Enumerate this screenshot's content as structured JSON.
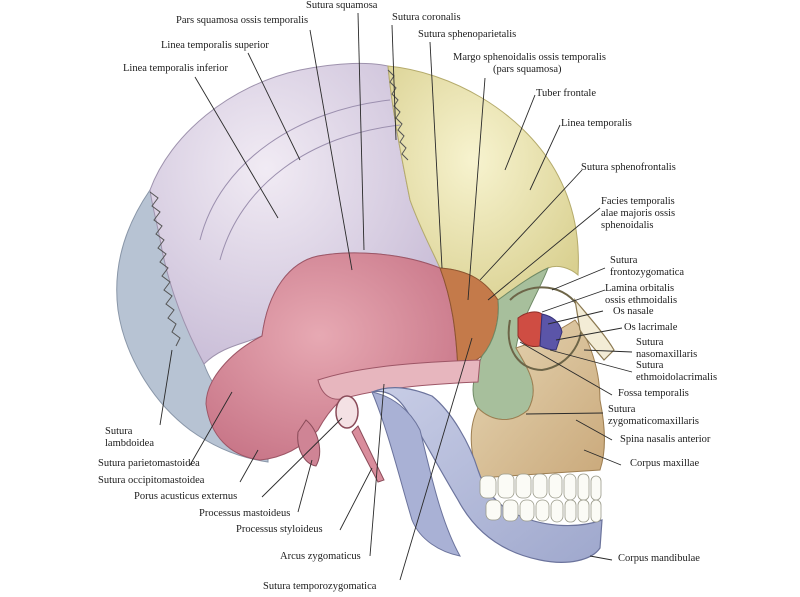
{
  "labels": {
    "sutura_squamosa": "Sutura squamosa",
    "pars_squamosa": "Pars squamosa ossis  temporalis",
    "sutura_coronalis": "Sutura coronalis",
    "sutura_sphenoparietalis": "Sutura sphenoparietalis",
    "linea_temporalis_superior": "Linea temporalis superior",
    "margo_sphenoidalis": "Margo sphenoidalis ossis  temporalis",
    "margo_sphenoidalis_2": "(pars squamosa)",
    "linea_temporalis_inferior": "Linea temporalis inferior",
    "tuber_frontale": "Tuber frontale",
    "linea_temporalis": "Linea temporalis",
    "sutura_sphenofrontalis": "Sutura sphenofrontalis",
    "facies_temporalis_1": "Facies temporalis",
    "facies_temporalis_2": "alae majoris ossis",
    "facies_temporalis_3": "sphenoidalis",
    "sutura_frontozygomatica_1": "Sutura",
    "sutura_frontozygomatica_2": "frontozygomatica",
    "lamina_orbitalis_1": "Lamina orbitalis",
    "lamina_orbitalis_2": "ossis ethmoidalis",
    "os_nasale": "Os nasale",
    "os_lacrimale": "Os lacrimale",
    "sutura_nasomaxillaris_1": "Sutura",
    "sutura_nasomaxillaris_2": "nasomaxillaris",
    "sutura_ethmoidolacrimalis_1": "Sutura",
    "sutura_ethmoidolacrimalis_2": "ethmoidolacrimalis",
    "fossa_temporalis": "Fossa temporalis",
    "sutura_zygomaticomaxillaris_1": "Sutura",
    "sutura_zygomaticomaxillaris_2": "zygomaticomaxillaris",
    "spina_nasalis": "Spina nasalis anterior",
    "corpus_maxillae": "Corpus  maxillae",
    "corpus_mandibulae": "Corpus mandibulae",
    "sutura_lambdoidea_1": "Sutura",
    "sutura_lambdoidea_2": "lambdoidea",
    "sutura_parietomastoidea": "Sutura parietomastoidea",
    "sutura_occipitomastoidea": "Sutura occipitomastoidea",
    "porus_acusticus": "Porus acusticus externus",
    "processus_mastoideus": "Processus mastoideus",
    "processus_styloideus": "Processus styloideus",
    "arcus_zygomaticus": "Arcus zygomaticus",
    "sutura_temporozygomatica": "Sutura temporozygomatica"
  },
  "colors": {
    "parietal": "#ddd2e6",
    "frontal": "#ece6ae",
    "occipital": "#b7c3d3",
    "temporal": "#d98d9c",
    "sphenoid": "#c47a4a",
    "zygomatic": "#a7bf9c",
    "maxilla": "#dcc79f",
    "mandible": "#b5bcda",
    "nasal": "#cf4d43",
    "lacrimal": "#5b55a8",
    "leader_line": "#2a2a2a"
  }
}
